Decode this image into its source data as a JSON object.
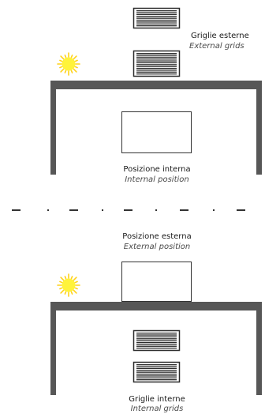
{
  "colors": {
    "structure": "#575757",
    "grid_frame": "#2b2b2b",
    "grid_slat": "#2b2b2b",
    "panel_stroke": "#333333",
    "sun_core": "#fff33a",
    "sun_rays": "#ffd21a",
    "text_primary": "#1a1a1a",
    "text_secondary": "#4a4a4a"
  },
  "top_scene": {
    "grids_label": "Griglie esterne",
    "grids_label_en": "External grids",
    "position_label": "Posizione interna",
    "position_label_en": "Internal position"
  },
  "bottom_scene": {
    "position_label": "Posizione esterna",
    "position_label_en": "External position",
    "grids_label": "Griglie interne",
    "grids_label_en": "Internal grids"
  },
  "icons": [
    "sun-icon",
    "grid-icon"
  ]
}
